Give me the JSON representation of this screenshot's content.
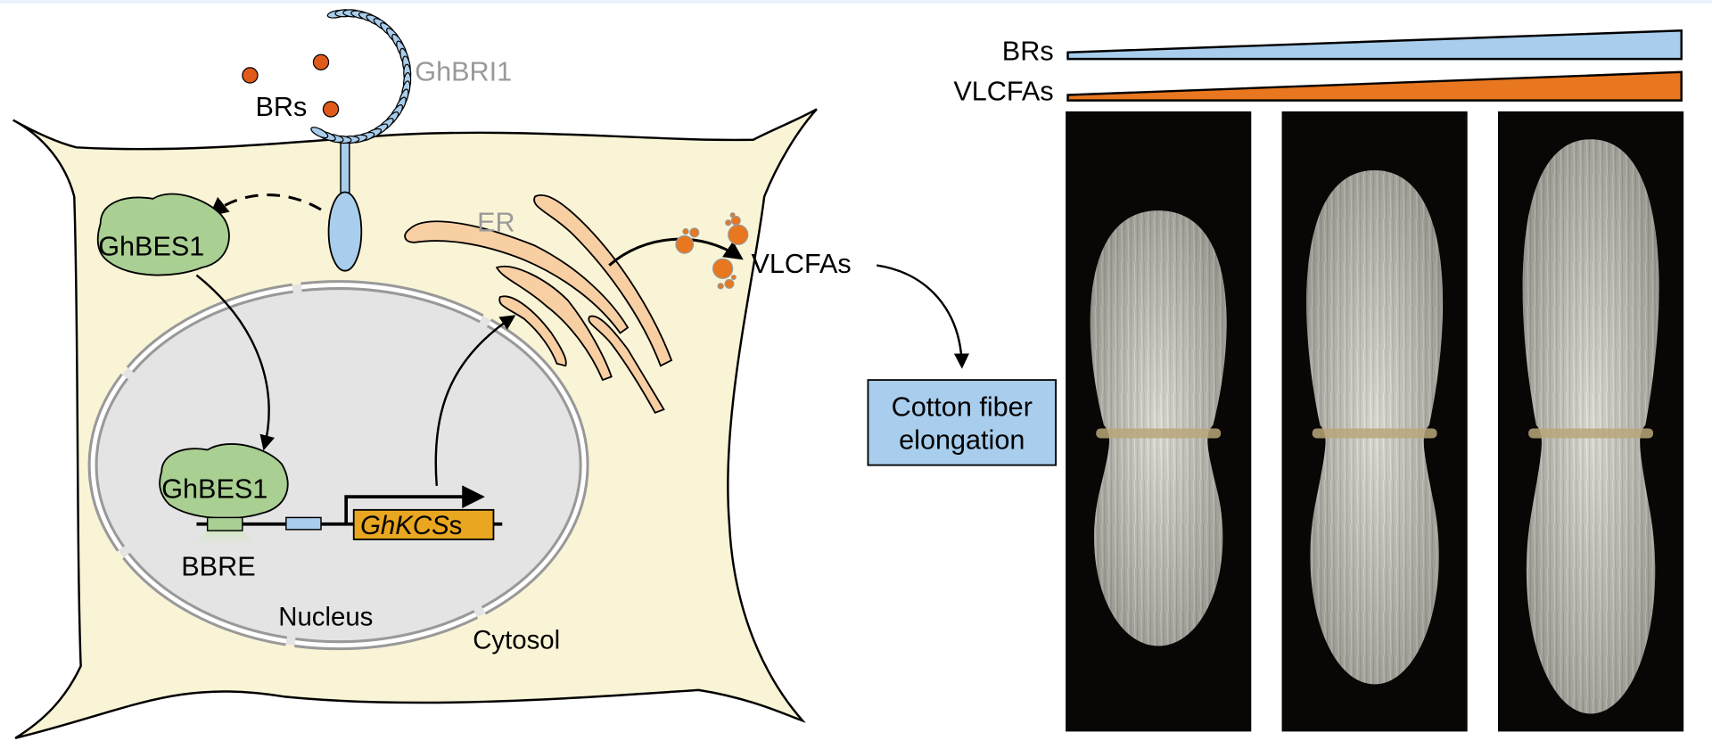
{
  "diagram": {
    "ligand_label": "BRs",
    "receptor_label": "GhBRI1",
    "tf_cytosol_label": "GhBES1",
    "tf_nucleus_label": "GhBES1",
    "promoter_element_label": "BBRE",
    "gene_label_italic": "GhKCS",
    "gene_label_suffix": "s",
    "er_label": "ER",
    "product_label": "VLCFAs",
    "nucleus_label": "Nucleus",
    "cytosol_label": "Cytosol",
    "outcome_line1": "Cotton fiber",
    "outcome_line2": "elongation"
  },
  "gradients": [
    {
      "label": "BRs",
      "color": "#a9cdec",
      "direction": "increasing"
    },
    {
      "label": "VLCFAs",
      "color": "#e8771f",
      "direction": "increasing"
    }
  ],
  "photos": [
    {
      "name": "fiber-sample-low",
      "relative_length": 0.72
    },
    {
      "name": "fiber-sample-mid",
      "relative_length": 0.85
    },
    {
      "name": "fiber-sample-high",
      "relative_length": 0.95
    }
  ],
  "colors": {
    "cytosol": "#faf4d6",
    "nucleus": "#e4e4e4",
    "receptor": "#a9cdec",
    "bes1": "#a9cf92",
    "gene_box": "#e9a620",
    "er": "#f8cea3",
    "brs_dot": "#e05a1a",
    "vlcfa_dot": "#e8771f",
    "outcome_box": "#a9cdec"
  }
}
